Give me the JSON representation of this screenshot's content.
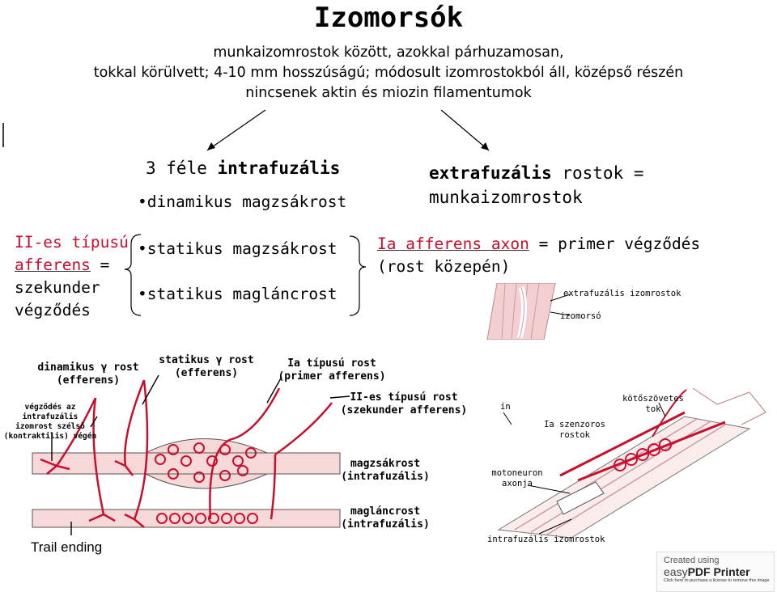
{
  "title": "Izomorsók",
  "subtitle": [
    "munkaizomrostok között, azokkal párhuzamosan,",
    "tokkal körülvett; 4-10 mm hosszúságú; módosult izomrostokból áll, középső részén",
    "nincsenek aktin és miozin filamentumok"
  ],
  "left_header": {
    "prefix": "3 féle ",
    "bold": "intrafuzális"
  },
  "left_items": [
    "•dinamikus magzsákrost",
    "•statikus magzsákrost",
    "•statikus magláncrost"
  ],
  "type2_label": {
    "line1": "II-es típusú",
    "word": "afferens",
    "eq": " =",
    "line3": "szekunder",
    "line4": "végződés"
  },
  "right_header": {
    "bold": "extrafuzális",
    "rest": " rostok =",
    "line2": "munkaizomrostok"
  },
  "right_desc": {
    "linked": "Ia afferens axon",
    "rest": " = primer végződés",
    "line2": "(rost közepén)"
  },
  "fig1_labels": {
    "extrafusal": "extrafuzális izomrostok",
    "spindle": "izomorsó"
  },
  "fig2_labels": {
    "dyn_gamma": [
      "dinamikus γ rost",
      "(efferens)"
    ],
    "stat_gamma": [
      "statikus γ rost",
      "(efferens)"
    ],
    "ia_fiber": [
      "Ia típusú rost",
      "(primer afferens)"
    ],
    "ii_fiber": [
      "II-es típusú rost",
      "(szekunder afferens)"
    ],
    "ending": [
      "végződés az intrafuzális",
      "izomrost szélső",
      "(kontraktilis) végén"
    ],
    "bag": [
      "magzsákrost",
      "(intrafuzális)"
    ],
    "chain": [
      "magláncrost",
      "(intrafuzális)"
    ],
    "trail": "Trail ending"
  },
  "fig3_labels": {
    "tendon": "ín",
    "capsule": [
      "kötőszövetes",
      "tok"
    ],
    "ia_sensory": [
      "Ia szenzoros",
      "rostok"
    ],
    "motoneuron": [
      "motoneuron",
      "axonja"
    ],
    "intrafusal": "intrafuzális izomrostok"
  },
  "watermark": {
    "line1": "Created using",
    "brand1": "easy",
    "brand2": "PDF Printer",
    "line3": "Click here to purchase a license to remove this image"
  },
  "colors": {
    "accent_red": "#c8102e",
    "nerve": "#c8102e",
    "fiber": "#f3cfcf"
  }
}
